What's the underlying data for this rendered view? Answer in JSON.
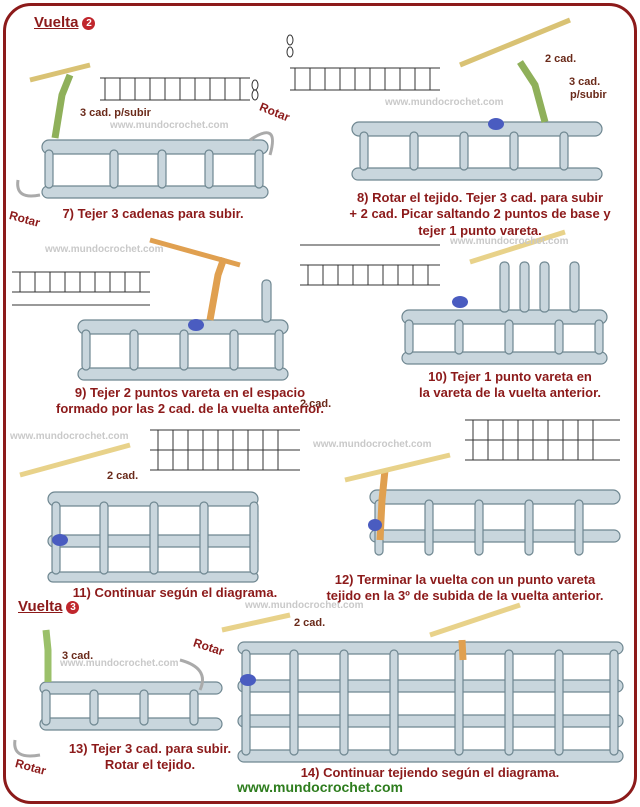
{
  "headings": {
    "vuelta2": "Vuelta",
    "vuelta2_num": "2",
    "vuelta3": "Vuelta",
    "vuelta3_num": "3"
  },
  "watermark": "www.mundocrochet.com",
  "footer": "www.mundocrochet.com",
  "rotate_label": "Rotar",
  "labels": {
    "p7": "3 cad. p/subir",
    "p8a": "2 cad.",
    "p8b": "3 cad.",
    "p8c": "p/subir",
    "p9": "2.cad.",
    "p11": "2 cad.",
    "p13": "3 cad.",
    "p14": "2 cad."
  },
  "captions": {
    "c7": "7) Tejer 3 cadenas para subir.",
    "c8_1": "8) Rotar el tejido. Tejer 3 cad. para subir",
    "c8_2": "+ 2 cad. Picar saltando 2 puntos de base y",
    "c8_3": "tejer 1 punto vareta.",
    "c9_1": "9) Tejer 2 puntos vareta en el espacio",
    "c9_2": "formado por las 2 cad. de la vuelta anterior.",
    "c10_1": "10) Tejer 1 punto vareta en",
    "c10_2": "la vareta de la vuelta anterior.",
    "c11": "11) Continuar según el diagrama.",
    "c12_1": "12) Terminar la vuelta con un punto vareta",
    "c12_2": "tejido en la 3º de subida de la vuelta anterior.",
    "c13_1": "13) Tejer 3 cad. para subir.",
    "c13_2": "Rotar el tejido.",
    "c14": "14) Continuar tejiendo según el diagrama."
  },
  "colors": {
    "frame": "#8c1a1a",
    "caption": "#8c1a1a",
    "footer": "#2e7d1e",
    "yarn": "#b9c7cf",
    "hook": "#e8d28a",
    "blue_marker": "#4a5cc0",
    "green_chain": "#9bc06a",
    "orange_chain": "#e0a050"
  },
  "icons": [
    "crochet-hook",
    "crochet-diagram",
    "curved-arrow",
    "stitch-marker"
  ]
}
